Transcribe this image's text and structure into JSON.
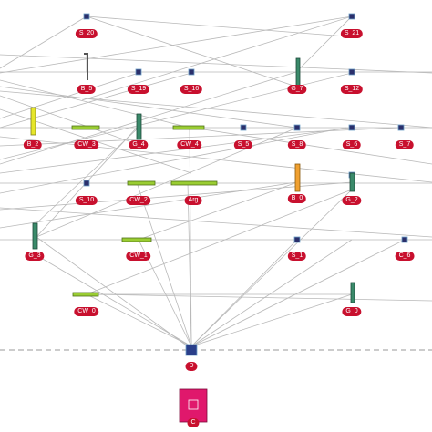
{
  "colors": {
    "node_label_bg": "#c8102e",
    "node_label_text": "#ffffff",
    "edge": "#b9b9b9",
    "port": "#2a2f6b",
    "bar_green": "#9acd32",
    "bar_yellow": "#e6e62a",
    "bar_orange": "#f0a030",
    "box_pink": "#e0186c"
  },
  "labels": {
    "S_20": "S_20",
    "S_21": "S_21",
    "B_5": "B_5",
    "S_19": "S_19",
    "S_16": "S_16",
    "G_7": "G_7",
    "S_12": "S_12",
    "B_2": "B_2",
    "CW_3": "CW_3",
    "G_4": "G_4",
    "CW_4": "CW_4",
    "S_5": "S_5",
    "S_8": "S_8",
    "S_6": "S_6",
    "S_7": "S_7",
    "S_10": "S_10",
    "CW_2": "CW_2",
    "Arg": "Arg",
    "B_0": "B_0",
    "G_2": "G_2",
    "G_3": "G_3",
    "CW_1": "CW_1",
    "S_1": "S_1",
    "C_6": "C_6",
    "CW_0": "CW_0",
    "G_0": "G_0",
    "D": "D",
    "C": "C"
  }
}
